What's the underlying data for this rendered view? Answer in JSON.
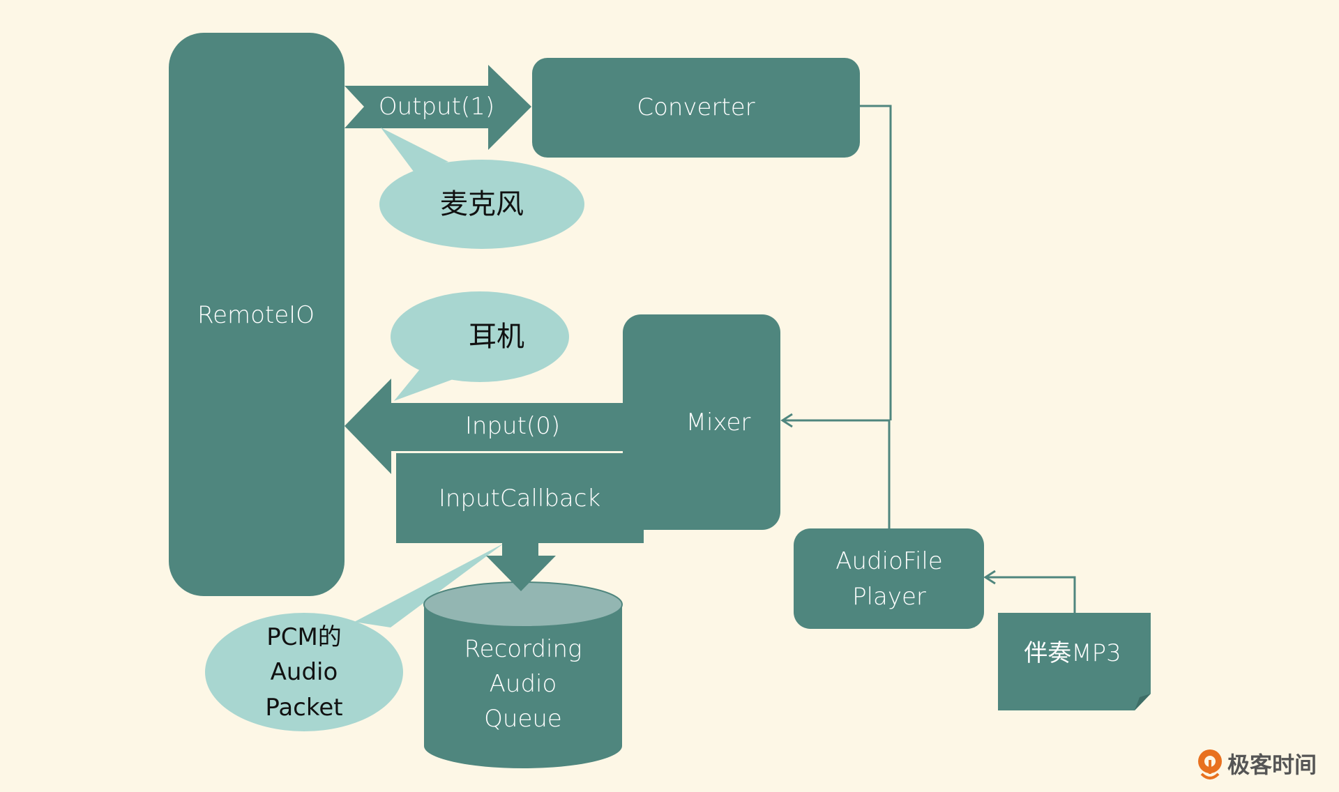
{
  "diagram": {
    "nodes": {
      "remoteio": "RemoteIO",
      "converter": "Converter",
      "mixer": "Mixer",
      "input_callback": "InputCallback",
      "queue": [
        "Recording",
        "Audio",
        "Queue"
      ],
      "audiofile_player": [
        "AudioFile",
        "Player"
      ],
      "mp3": "伴奏MP3"
    },
    "arrows": {
      "output": "Output(1)",
      "input": "Input(0)"
    },
    "callouts": {
      "microphone": "麦克风",
      "headphones": "耳机",
      "pcm": [
        "PCM的",
        "Audio",
        "Packet"
      ]
    },
    "edges": [
      {
        "from": "RemoteIO",
        "to": "Converter",
        "label": "Output(1)"
      },
      {
        "from": "Converter",
        "to": "Mixer"
      },
      {
        "from": "AudioFile Player",
        "to": "Mixer"
      },
      {
        "from": "伴奏MP3",
        "to": "AudioFile Player"
      },
      {
        "from": "Mixer",
        "to": "RemoteIO",
        "label": "Input(0)"
      },
      {
        "from": "InputCallback",
        "to": "Recording Audio Queue"
      }
    ]
  },
  "brand": {
    "logo_text": "极客时间"
  },
  "colors": {
    "background": "#fdf7e6",
    "node": "#4f867e",
    "callout": "#a8d6d0",
    "queue_top": "#93b6b2",
    "logo_orange": "#e8711f"
  }
}
